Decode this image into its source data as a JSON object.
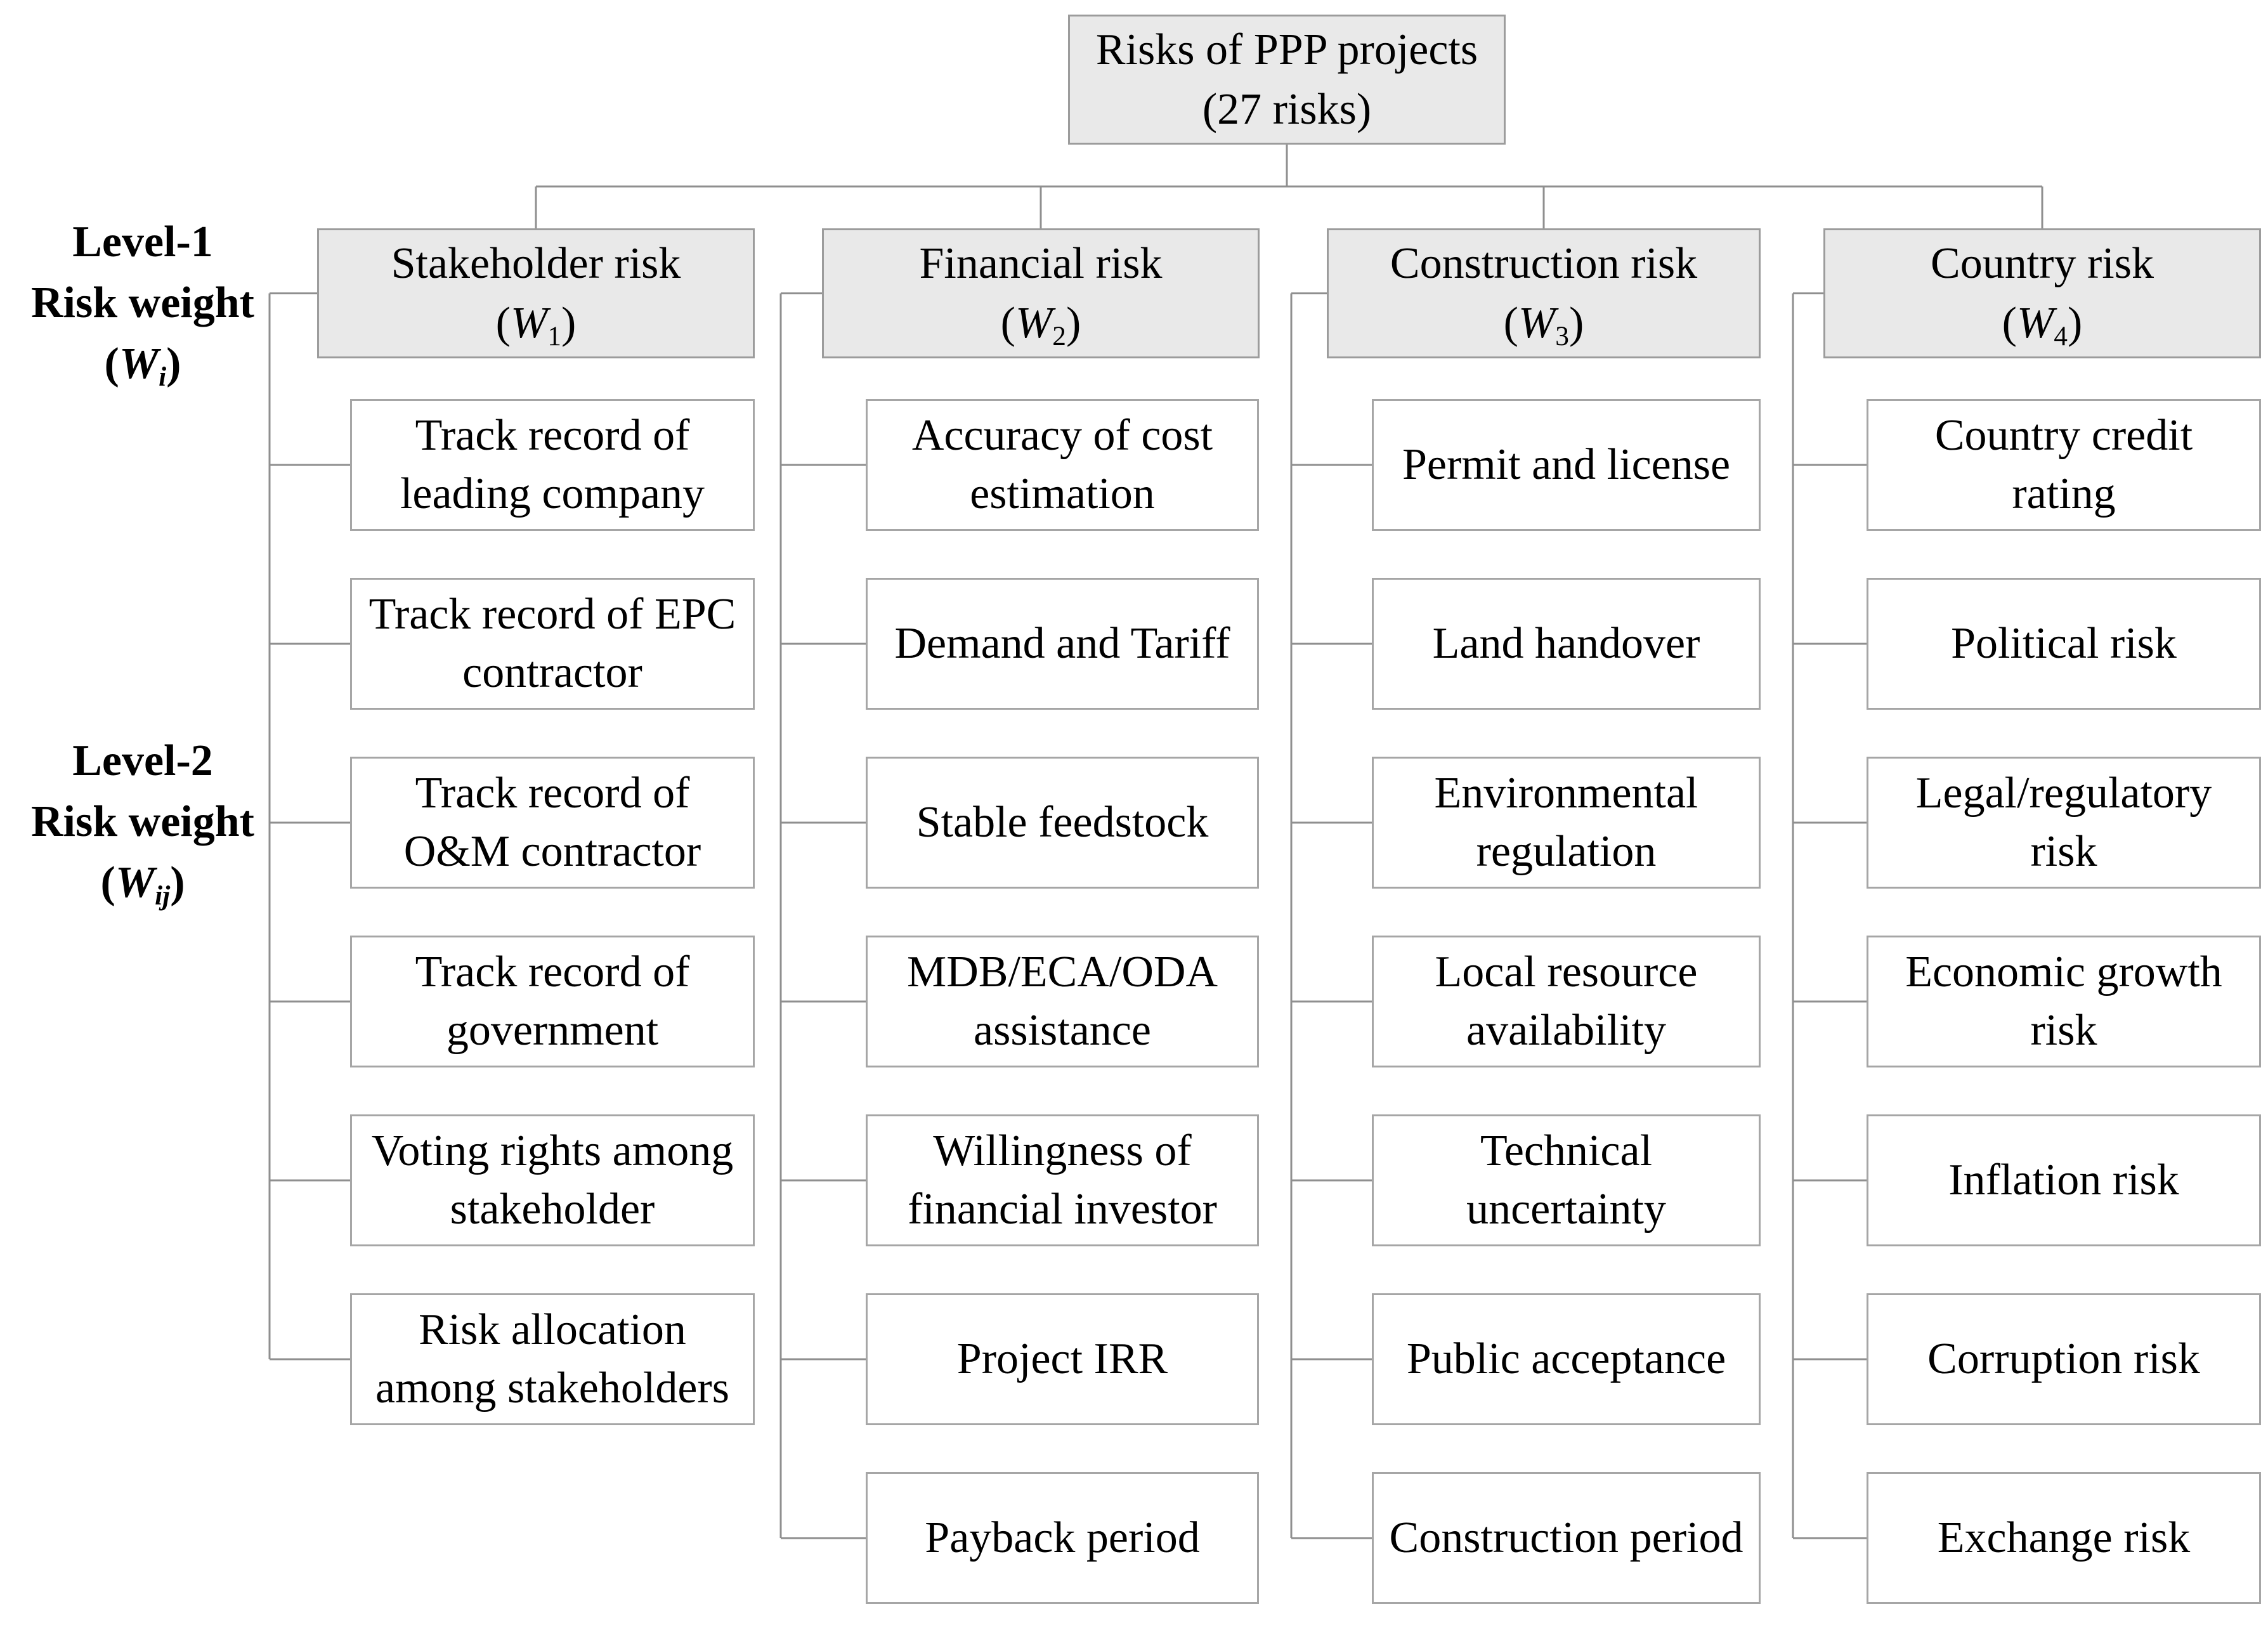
{
  "figure": {
    "root": {
      "line1": "Risks of PPP projects",
      "line2": "(27 risks)"
    },
    "side_labels": {
      "level1": {
        "line1": "Level-1",
        "line2": "Risk weight",
        "open": "(",
        "symbol": "W",
        "sub": "i",
        "close": ")"
      },
      "level2": {
        "line1": "Level-2",
        "line2": "Risk weight",
        "open": "(",
        "symbol": "W",
        "sub": "ij",
        "close": ")"
      }
    }
  },
  "columns": [
    {
      "title": "Stakeholder risk",
      "open": "(",
      "symbol": "W",
      "sub": "1",
      "close": ")",
      "items": [
        "Track record of leading company",
        "Track record of EPC contractor",
        "Track record of O&M contractor",
        "Track record of government",
        "Voting rights among stakeholder",
        "Risk allocation among stakeholders"
      ]
    },
    {
      "title": "Financial risk",
      "open": "(",
      "symbol": "W",
      "sub": "2",
      "close": ")",
      "items": [
        "Accuracy of cost estimation",
        "Demand and Tariff",
        "Stable feedstock",
        "MDB/ECA/ODA assistance",
        "Willingness of financial investor",
        "Project IRR",
        "Payback period"
      ]
    },
    {
      "title": "Construction risk",
      "open": "(",
      "symbol": "W",
      "sub": "3",
      "close": ")",
      "items": [
        "Permit and license",
        "Land handover",
        "Environmental regulation",
        "Local resource availability",
        "Technical uncertainty",
        "Public acceptance",
        "Construction period"
      ]
    },
    {
      "title": "Country risk",
      "open": "(",
      "symbol": "W",
      "sub": "4",
      "close": ")",
      "items": [
        "Country credit rating",
        "Political risk",
        "Legal/regulatory risk",
        "Economic growth risk",
        "Inflation risk",
        "Corruption risk",
        "Exchange risk"
      ]
    }
  ],
  "colors": {
    "node_fill": "#e9e9e9",
    "node_border": "#9c9c9c",
    "leaf_fill": "#ffffff",
    "leaf_border": "#a6a6a6",
    "line": "#8f8f8f",
    "text": "#000000"
  }
}
